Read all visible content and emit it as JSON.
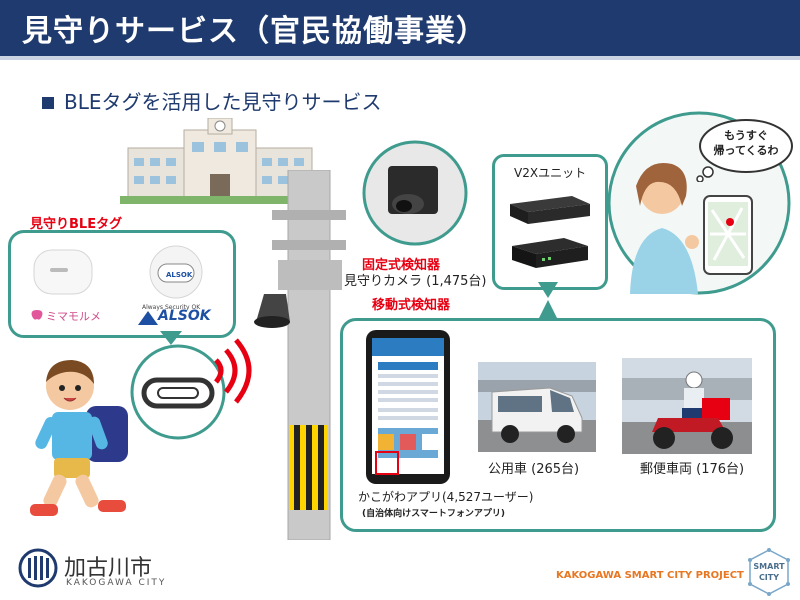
{
  "header": {
    "title": "見守りサービス（官民協働事業）"
  },
  "subtitle": "BLEタグを活用した見守りサービス",
  "tags": {
    "title": "見守りBLEタグ",
    "brand1": "ミマモルメ",
    "brand2": "ALSOK",
    "brand2_sub": "Always Security OK"
  },
  "fixed_detector": {
    "title": "固定式検知器",
    "camera": "見守りカメラ (1,475台)"
  },
  "mobile_detector": {
    "title": "移動式検知器"
  },
  "v2x": {
    "title": "V2Xユニット"
  },
  "speech": {
    "line1": "もうすぐ",
    "line2": "帰ってくるわ"
  },
  "app": {
    "label": "かこがわアプリ(4,527ユーザー)",
    "sublabel": "(自治体向けスマートフォンアプリ)"
  },
  "public_car": {
    "label": "公用車 (265台)"
  },
  "postal_bike": {
    "label": "郵便車両 (176台)"
  },
  "footer": {
    "city_name": "加古川市",
    "city_roman": "KAKOGAWA CITY",
    "project": "KAKOGAWA SMART CITY PROJECT",
    "badge_line1": "SMART",
    "badge_line2": "CITY"
  },
  "colors": {
    "header": "#1f3a6e",
    "teal": "#3f9b8e",
    "red": "#e60012",
    "orange": "#e87722"
  }
}
